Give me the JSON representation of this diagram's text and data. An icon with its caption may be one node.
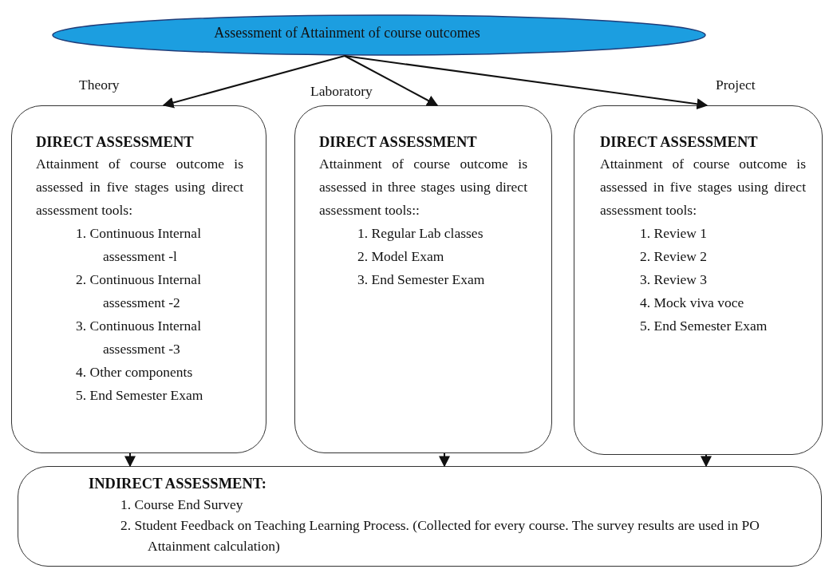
{
  "diagram": {
    "nodes": [
      {
        "text": [
          "Assessment of Attainment of course outcomes"
        ]
      },
      {
        "text": [
          "DIRECT ASSESSMENT",
          "Attainment of course outcome is assessed in five stages using direct assessment tools:",
          "1. Continuous Internal assessment -l",
          "2. Continuous Internal assessment -2",
          "3. Continuous Internal assessment -3",
          "4. Other components",
          "5. End Semester Exam"
        ],
        "beside": [
          "Theory"
        ]
      },
      {
        "text": [
          "DIRECT ASSESSMENT",
          "Attainment of course outcome is assessed in three stages using direct assessment tools::",
          "1. Regular Lab classes",
          "2. Model Exam",
          "3. End Semester Exam"
        ],
        "beside": [
          "Laboratory"
        ]
      },
      {
        "text": [
          "DIRECT ASSESSMENT",
          "Attainment of course outcome is assessed in five stages using direct assessment tools:",
          "1. Review 1",
          "2. Review 2",
          "3. Review 3",
          "4. Mock viva voce",
          "5. End Semester Exam"
        ],
        "beside": [
          "Project"
        ]
      },
      {
        "text": [
          "INDIRECT ASSESSMENT:",
          "1. Course End Survey",
          "2. Student Feedback on Teaching Learning Process. (Collected for every course. The survey results are used in PO Attainment calculation)"
        ]
      }
    ],
    "edges": [
      {
        "from": 0,
        "to": 1,
        "arrow": "to"
      },
      {
        "from": 0,
        "to": 2,
        "arrow": "to"
      },
      {
        "from": 0,
        "to": 3,
        "arrow": "to"
      },
      {
        "from": 1,
        "to": 4,
        "arrow": "to"
      },
      {
        "from": 2,
        "to": 4,
        "arrow": "to"
      },
      {
        "from": 3,
        "to": 4,
        "arrow": "to"
      }
    ]
  }
}
